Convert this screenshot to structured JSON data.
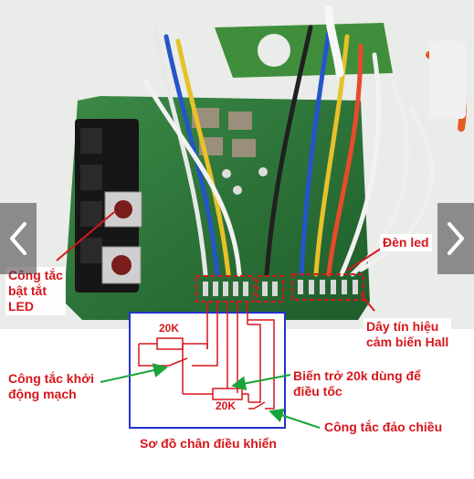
{
  "colors": {
    "label_red": "#d6171c",
    "arrow_green": "#1aa53a",
    "box_blue": "#2233cc",
    "pcb_green": "#2f7a3a"
  },
  "nav": {
    "prev_icon": "chevron-left-icon",
    "next_icon": "chevron-right-icon"
  },
  "labels": {
    "power_switch": "Công tắc\nbật tắt\n LED",
    "start_switch": "Công tắc khởi\nđộng mạch",
    "led": "Đèn led",
    "hall_signal": "Dây tín hiệu\ncảm biến Hall",
    "potentiometer": "Biến trở 20k dùng để\nđiều tốc",
    "reverse_switch": "Công tắc đảo chiều",
    "diagram_caption": "Sơ đồ chân điều khiển"
  },
  "schematic": {
    "resistor_top": "20K",
    "resistor_bottom": "20K"
  }
}
